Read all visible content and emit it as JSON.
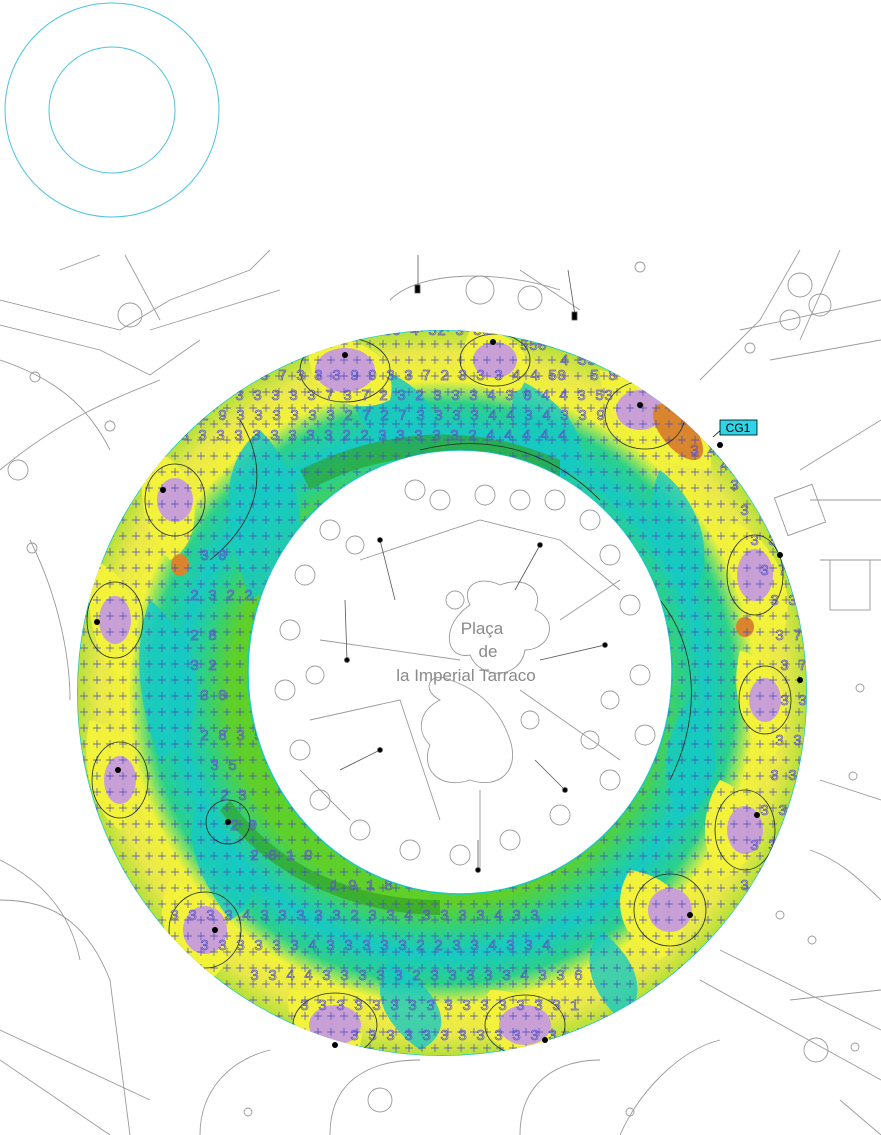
{
  "plaza": {
    "line1": "Plaça",
    "line2": "de",
    "line3": "la Imperial Tarraco"
  },
  "point_tag": "CG1",
  "colors": {
    "lowest": "#17c9c3",
    "low": "#2bd08a",
    "mid": "#5fd02a",
    "high": "#f2f23a",
    "peak": "#c9a0d6",
    "hot": "#d9852e",
    "overlay_numbers": "#5a55c8",
    "basemap_lines": "#9a9a9a",
    "legend_rings": "#4cc3dc",
    "tag_fill": "#2fd5e6"
  },
  "icons": [
    "inner-ring-legend-icon",
    "luminaire-icon",
    "tree-icon",
    "streetlight-icon"
  ]
}
